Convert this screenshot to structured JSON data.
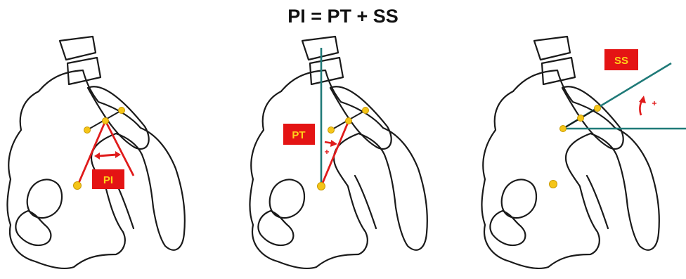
{
  "title": "PI = PT + SS",
  "panels": [
    {
      "label": "PI"
    },
    {
      "label": "PT"
    },
    {
      "label": "SS"
    }
  ],
  "colors": {
    "measurement_line": "#e01b1b",
    "reference_line": "#1f7a78",
    "landmark_dot": "#f5c518",
    "label_box": "#e41414",
    "label_text": "#ffd21a",
    "outline": "#1a1a1a"
  }
}
